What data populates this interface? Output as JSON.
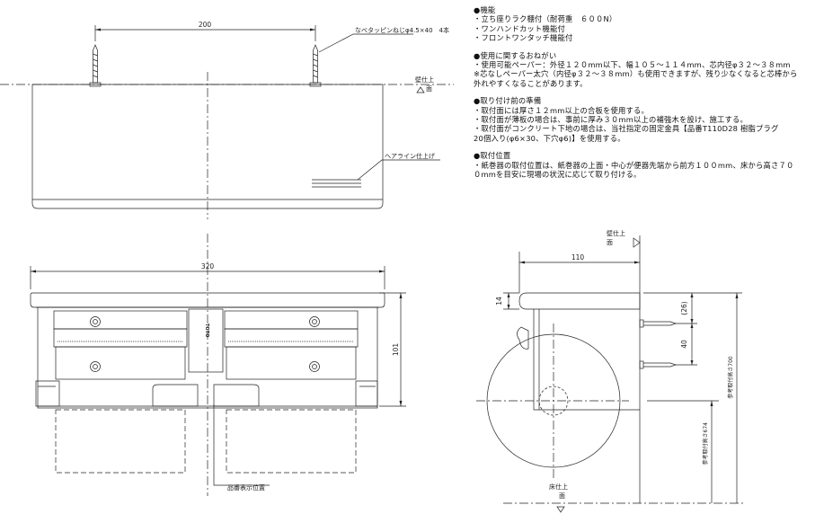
{
  "notes": [
    {
      "heading": "●機能",
      "lines": [
        "・立ち座りラク棚付（耐荷重　６００N）",
        "・ワンハンドカット機能付",
        "・フロントワンタッチ機能付"
      ]
    },
    {
      "heading": "●使用に関するおねがい",
      "lines": [
        "・使用可能ペーパー：外径１２０mm以下、幅１０５～１１４mm、芯内径φ３２～３８mm",
        "※芯なしペーパー太穴（内径φ３２～３８mm）も使用できますが、残り少なくなると芯棒から",
        "外れやすくなることがあります。"
      ]
    },
    {
      "heading": "●取り付け前の準備",
      "lines": [
        "・取付面には厚さ１２mm以上の合板を使用する。",
        "・取付面が薄板の場合は、事前に厚み３０mm以上の補強木を設け、施工する。",
        "・取付面がコンクリート下地の場合は、当社指定の固定金具【品番T110D28 樹脂プラグ",
        "20個入り(φ6×30、下穴φ6)】を使用する。"
      ]
    },
    {
      "heading": "●取付位置",
      "lines": [
        "・紙巻器の取付位置は、紙巻器の上面・中心が便器先端から前方１００mm、床から高さ７０",
        "０mmを目安に現場の状況に応じて取り付ける。"
      ]
    }
  ],
  "top_view": {
    "dim_width": "200",
    "screw_label": "なべタッピンねじφ4.5×40　4本",
    "wall_label_1": "壁仕上",
    "wall_label_2": "面",
    "finish_label": "ヘアライン仕上げ"
  },
  "front_view": {
    "dim_width": "320",
    "dim_height": "101",
    "brand": "TOTO",
    "part_no_label": "品番表示位置"
  },
  "side_view": {
    "wall_label_1": "壁仕上",
    "wall_label_2": "面",
    "dim_depth": "110",
    "dim_shelf": "14",
    "dim_screw_top": "(26)",
    "dim_screw_pitch": "40",
    "ref_674": "参考取付高さ674",
    "ref_700": "参考取付高さ700",
    "floor_label_1": "床仕上",
    "floor_label_2": "面"
  }
}
